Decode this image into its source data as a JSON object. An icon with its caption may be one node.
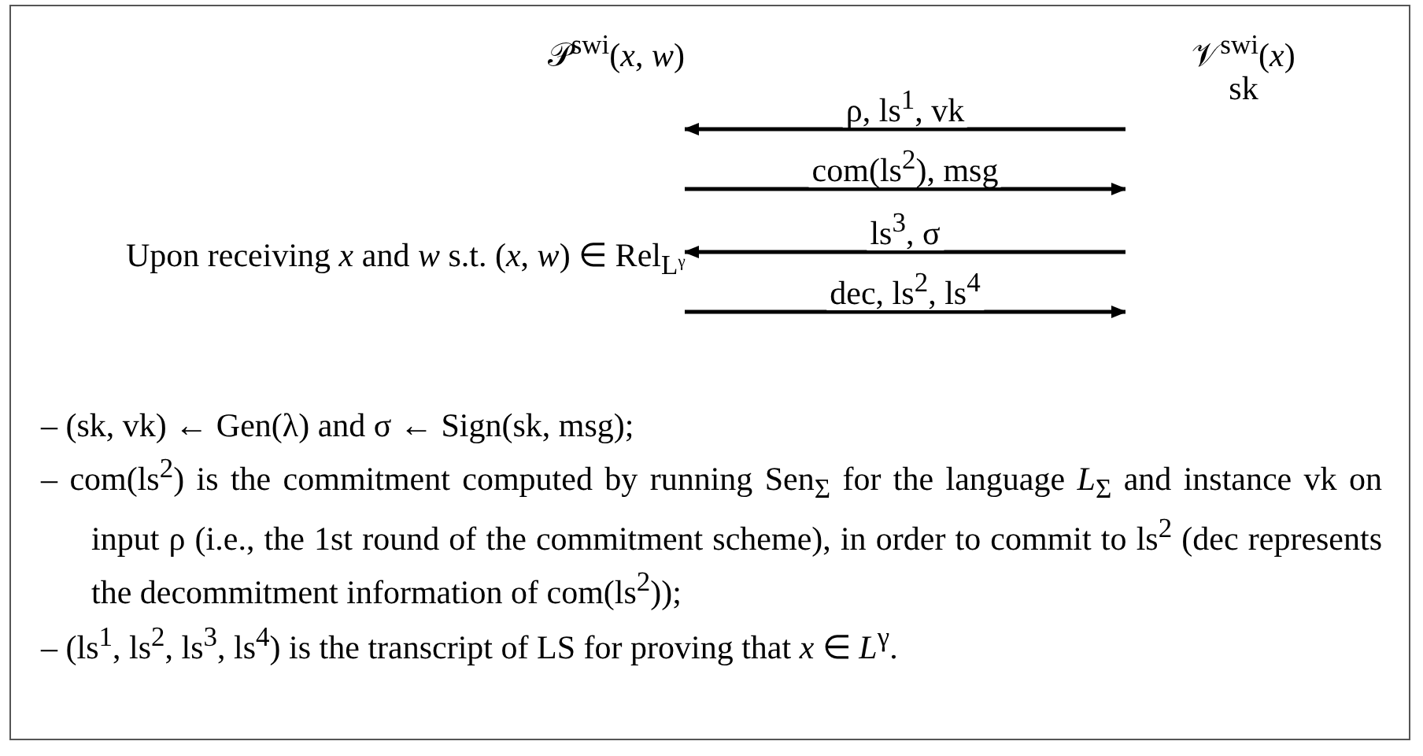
{
  "diagram": {
    "nodes": [
      {
        "text": [
          "𝒫$^{swi}$(*x*, *w*)",
          "Upon receiving *x* and *w* s.t. (*x*, *w*) ∈ Rel$_{Lᵞ}$"
        ]
      },
      {
        "text": [
          "𝒱$^{swi}$(*x*)",
          "sk"
        ]
      }
    ],
    "edges": [
      {
        "from": 1,
        "to": 0,
        "arrow": "to",
        "label": "ρ, ls$^{1}$, vk"
      },
      {
        "from": 0,
        "to": 1,
        "arrow": "to",
        "label": "com(ls$^{2}$), msg"
      },
      {
        "from": 1,
        "to": 0,
        "arrow": "to",
        "label": "ls$^{3}$, σ"
      },
      {
        "from": 0,
        "to": 1,
        "arrow": "to",
        "label": "dec, ls$^{2}$, ls$^{4}$"
      }
    ],
    "labels": [
      "– (sk, vk) ← Gen(λ) and σ ← Sign(sk, msg);",
      "– com(ls$^{2}$) is the commitment computed by running Sen$_{Σ}$ for the language *L*$_{Σ}$ and instance vk on input ρ (i.e., the 1st round of the commitment scheme), in order to commit to ls$^{2}$ (dec represents the decommitment information of com(ls$^{2}$));",
      "– (ls$^{1}$, ls$^{2}$, ls$^{3}$, ls$^{4}$) is the transcript of LS for proving that *x* ∈ *L*$^{γ}$."
    ]
  }
}
